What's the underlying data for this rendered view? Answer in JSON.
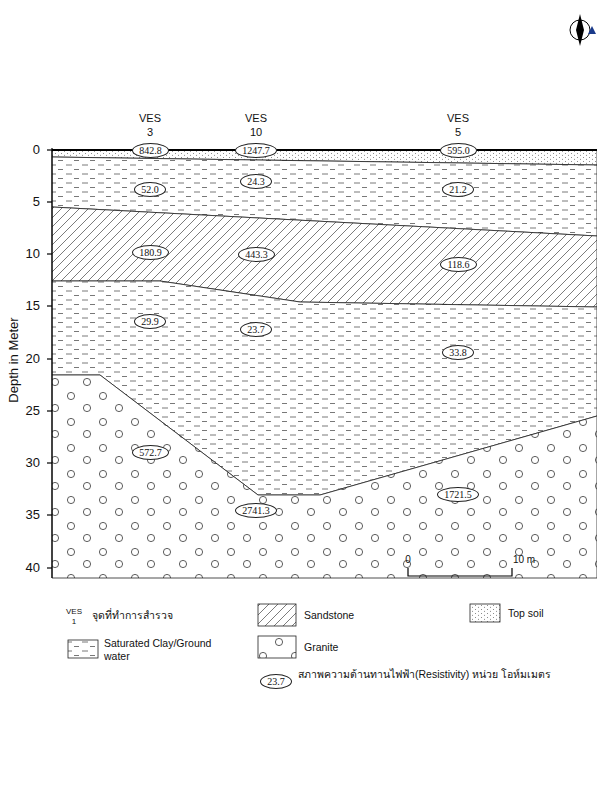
{
  "diagram": {
    "nodes": [
      {
        "text": [
          "842.8"
        ]
      },
      {
        "text": [
          "1247.7"
        ]
      },
      {
        "text": [
          "595.0"
        ]
      },
      {
        "text": [
          "52.0"
        ]
      },
      {
        "text": [
          "24.3"
        ]
      },
      {
        "text": [
          "21.2"
        ]
      },
      {
        "text": [
          "180.9"
        ]
      },
      {
        "text": [
          "443.3"
        ]
      },
      {
        "text": [
          "118.6"
        ]
      },
      {
        "text": [
          "29.9"
        ]
      },
      {
        "text": [
          "23.7"
        ]
      },
      {
        "text": [
          "33.8"
        ]
      },
      {
        "text": [
          "572.7"
        ]
      },
      {
        "text": [
          "2741.3"
        ]
      },
      {
        "text": [
          "1721.5"
        ]
      },
      {
        "text": [
          "23.7"
        ]
      }
    ],
    "labels": [
      "VES",
      "3",
      "VES",
      "10",
      "VES",
      "5",
      "0",
      "5",
      "10",
      "15",
      "20",
      "25",
      "30",
      "35",
      "40",
      "Depth in Meter",
      "0",
      "10 m",
      "VES",
      "1"
    ],
    "legend": [
      {
        "text": "จุดที่ทำการสำรวจ"
      },
      {
        "text": "Sandstone"
      },
      {
        "text": "Top soil"
      },
      {
        "text": "Saturated Clay/Ground water"
      },
      {
        "text": "Granite"
      },
      {
        "text": "สภาพความต้านทานไฟฟ้า(Resistivity) หน่วย โอห์มเมตร"
      }
    ]
  }
}
